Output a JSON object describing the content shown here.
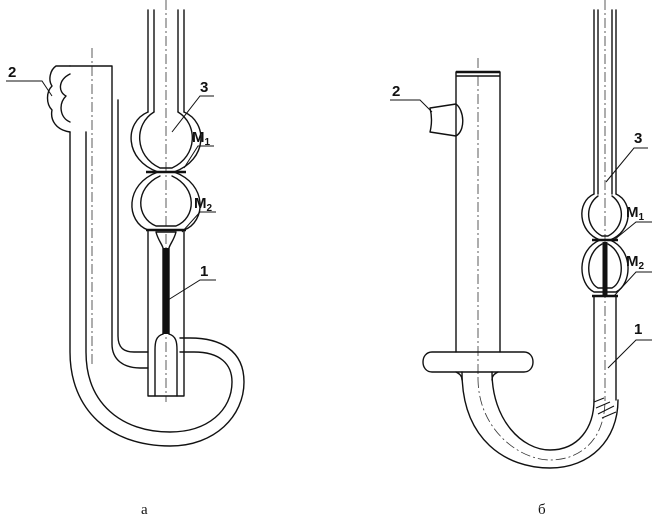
{
  "colors": {
    "ink": "#111111",
    "background": "#ffffff"
  },
  "figure_a": {
    "caption": "а",
    "label_2": "2",
    "label_3": "3",
    "label_m1": "M",
    "label_m1_sub": "1",
    "label_m2": "M",
    "label_m2_sub": "2",
    "label_1": "1"
  },
  "figure_b": {
    "caption": "б",
    "label_2": "2",
    "label_3": "3",
    "label_m1": "M",
    "label_m1_sub": "1",
    "label_m2": "M",
    "label_m2_sub": "2",
    "label_1": "1"
  }
}
